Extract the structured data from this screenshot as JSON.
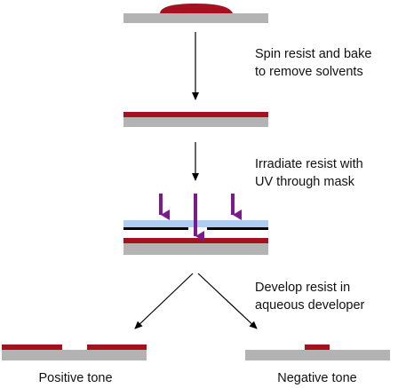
{
  "steps": [
    {
      "line1": "Spin resist and bake",
      "line2": "to remove solvents"
    },
    {
      "line1": "Irradiate resist with",
      "line2": "UV through mask"
    },
    {
      "line1": "Develop resist in",
      "line2": "aqueous developer"
    }
  ],
  "outcomes": {
    "positive": "Positive tone",
    "negative": "Negative tone"
  },
  "colors": {
    "substrate": "#b3b3b3",
    "resist": "#a3121e",
    "mask_glass": "#aecdf0",
    "mask_chrome": "#000000",
    "uv": "#7a1a8c",
    "arrow": "#000000"
  }
}
